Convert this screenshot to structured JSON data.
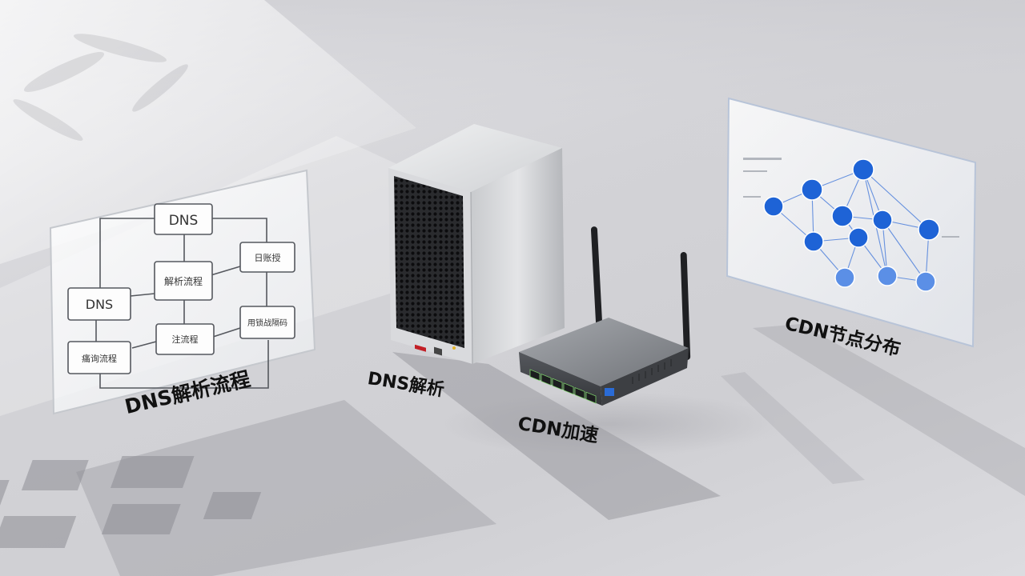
{
  "labels": {
    "dns_flow": "DNS解析流程",
    "dns_resolve": "DNS解析",
    "cdn_accel": "CDN加速",
    "cdn_nodes": "CDN节点分布"
  },
  "flowchart": {
    "box_top": "DNS",
    "box_center": "解析流程",
    "box_right_top": "日账授",
    "box_left": "DNS",
    "box_right_mid": "用锁战隔码",
    "box_bottom_left": "痛询流程",
    "box_bottom_center": "注流程"
  },
  "colors": {
    "node_blue": "#1e63d6",
    "node_light": "#5b8fe6",
    "line_blue": "#3b73d9"
  }
}
